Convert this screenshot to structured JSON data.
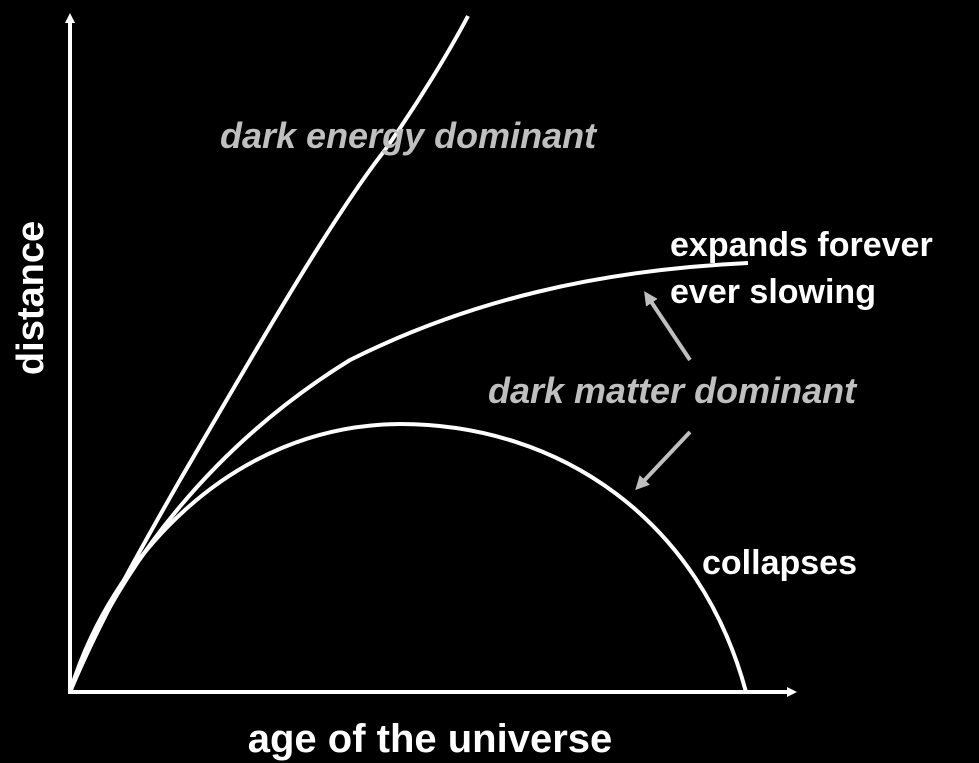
{
  "diagram": {
    "y_axis_label": "distance",
    "x_axis_label": "age of the universe",
    "labels": {
      "dark_energy": "dark energy dominant",
      "expands_line1": "expands forever",
      "expands_line2": "ever slowing",
      "dark_matter": "dark matter dominant",
      "collapses": "collapses"
    },
    "colors": {
      "background": "#000000",
      "curves": "#ffffff",
      "annotation": "#bfbfbf",
      "arrows": "#bfbfbf"
    }
  }
}
